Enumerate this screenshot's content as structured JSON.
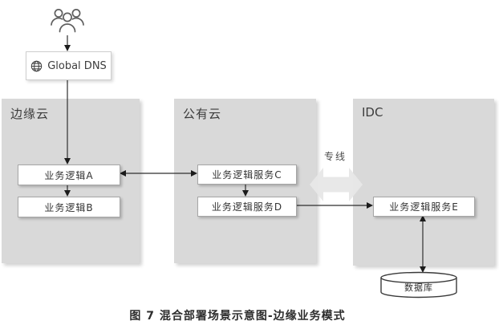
{
  "top": {
    "dns_label": "Global DNS",
    "users_icon": "users-icon",
    "globe_icon": "globe-icon"
  },
  "panels": {
    "edge_cloud": {
      "title": "边缘云",
      "box_a": "业务逻辑A",
      "box_b": "业务逻辑B"
    },
    "public_cloud": {
      "title": "公有云",
      "box_c": "业务逻辑服务C",
      "box_d": "业务逻辑服务D"
    },
    "idc": {
      "title": "IDC",
      "box_e": "业务逻辑服务E"
    }
  },
  "connections": {
    "dedicated_line_label": "专线",
    "dedicated_line_arrow": "double-headed",
    "a_c_link": "double-headed",
    "e_database_link": "double-headed"
  },
  "database": {
    "label": "数据库"
  },
  "caption": "图 7  混合部署场景示意图-边缘业务模式",
  "colors": {
    "panel_bg": "#d9d9d9",
    "node_bg": "#ffffff",
    "node_border": "#a6a6a6",
    "arrow": "#2f2f2f",
    "dedicated_arrow_fill": "#e7e7e7",
    "text": "#3a3a3a"
  }
}
